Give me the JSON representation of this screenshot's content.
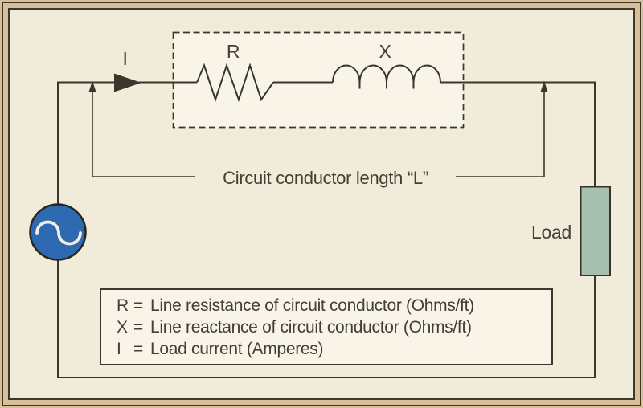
{
  "diagram": {
    "current_label": "I",
    "resistance_label": "R",
    "reactance_label": "X",
    "load_label": "Load",
    "length_label": "Circuit conductor length “L”"
  },
  "legend": {
    "items": [
      {
        "symbol": "R",
        "eq": "=",
        "text": "Line resistance of circuit conductor (Ohms/ft)"
      },
      {
        "symbol": "X",
        "eq": "=",
        "text": "Line reactance of circuit conductor (Ohms/ft)"
      },
      {
        "symbol": "I",
        "eq": "=",
        "text": "Load current (Amperes)"
      }
    ]
  },
  "colors": {
    "source_blue": "#2d6ab1",
    "load_green": "#a8c0af",
    "line_dark": "#3a362c",
    "canvas_cream": "#f1ebd9",
    "panel_cream": "#f8f4e8",
    "frame_tan": "#d8bf9c",
    "sine_white": "#f2efe4"
  }
}
